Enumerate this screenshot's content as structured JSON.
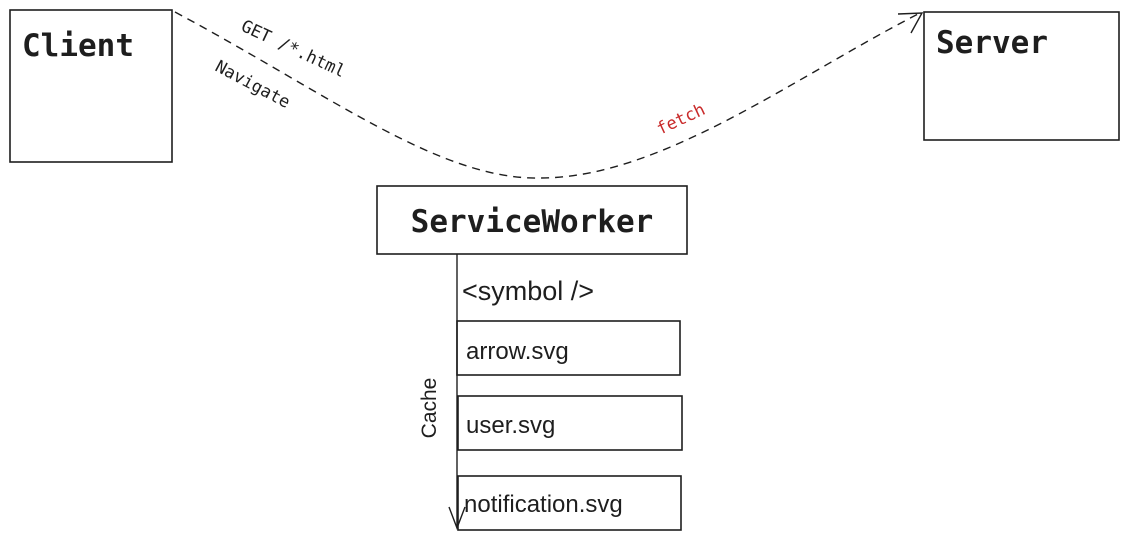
{
  "colors": {
    "stroke": "#1e1e1e",
    "fetch_label": "#c92a2a",
    "background": "#ffffff"
  },
  "nodes": {
    "client": "Client",
    "server": "Server",
    "service_worker": "ServiceWorker"
  },
  "edges": {
    "request_label": "GET /*.html",
    "navigate_label": "Navigate",
    "fetch_label": "fetch"
  },
  "cache": {
    "label": "Cache",
    "symbol_label": "<symbol />",
    "items": [
      "arrow.svg",
      "user.svg",
      "notification.svg"
    ]
  }
}
